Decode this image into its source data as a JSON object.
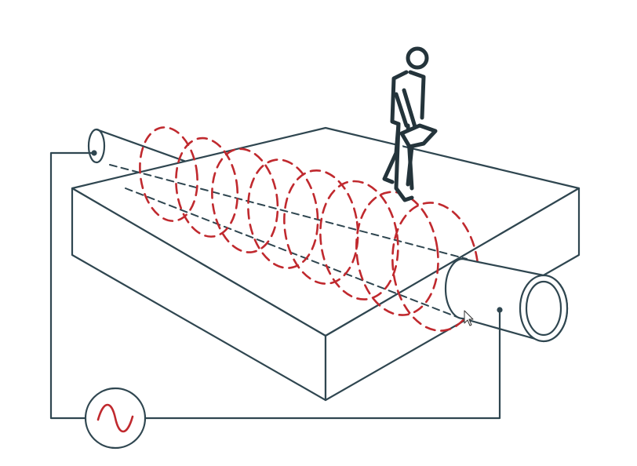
{
  "colors": {
    "line": "#2f4650",
    "field": "#c0292e",
    "background": "#ffffff"
  },
  "diagram": {
    "elements": [
      "ground-block",
      "buried-pipe",
      "magnetic-field-rings",
      "ac-signal-source",
      "circuit-wire",
      "person-with-locator",
      "mouse-cursor"
    ],
    "ring_count": 8
  }
}
